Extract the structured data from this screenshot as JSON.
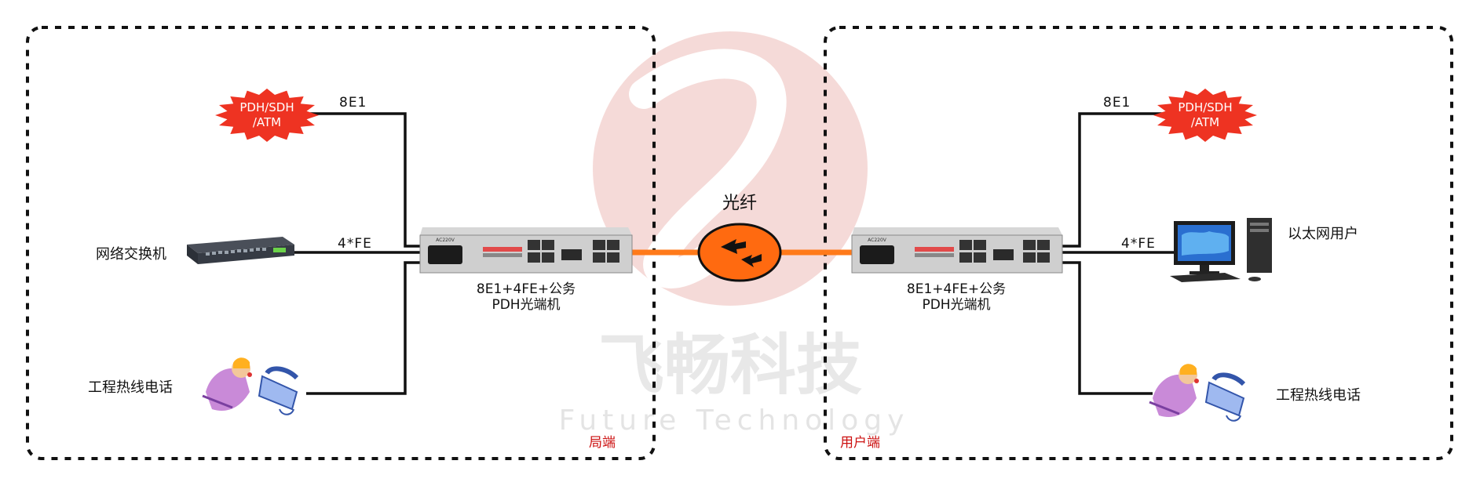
{
  "watermark": {
    "brand_cn": "飞畅科技",
    "brand_en": "Future Technology"
  },
  "fiber": {
    "label": "光纤"
  },
  "left_site": {
    "zone_label": "局端",
    "e1_label": "8E1",
    "fe_label": "4*FE",
    "burst_line1": "PDH/SDH",
    "burst_line2": "/ATM",
    "switch_label": "网络交换机",
    "phone_label": "工程热线电话",
    "device_line1": "8E1+4FE+公务",
    "device_line2": "PDH光端机",
    "panel_ac": "AC220V"
  },
  "right_site": {
    "zone_label": "用户端",
    "e1_label": "8E1",
    "fe_label": "4*FE",
    "burst_line1": "PDH/SDH",
    "burst_line2": "/ATM",
    "pc_label": "以太网用户",
    "phone_label": "工程热线电话",
    "device_line1": "8E1+4FE+公务",
    "device_line2": "PDH光端机",
    "panel_ac": "AC220V"
  },
  "colors": {
    "burst": "#ee3322",
    "fiber": "#ff7a1a",
    "zone_label": "#cc1111",
    "watermark_red": "#f2d3d0"
  }
}
